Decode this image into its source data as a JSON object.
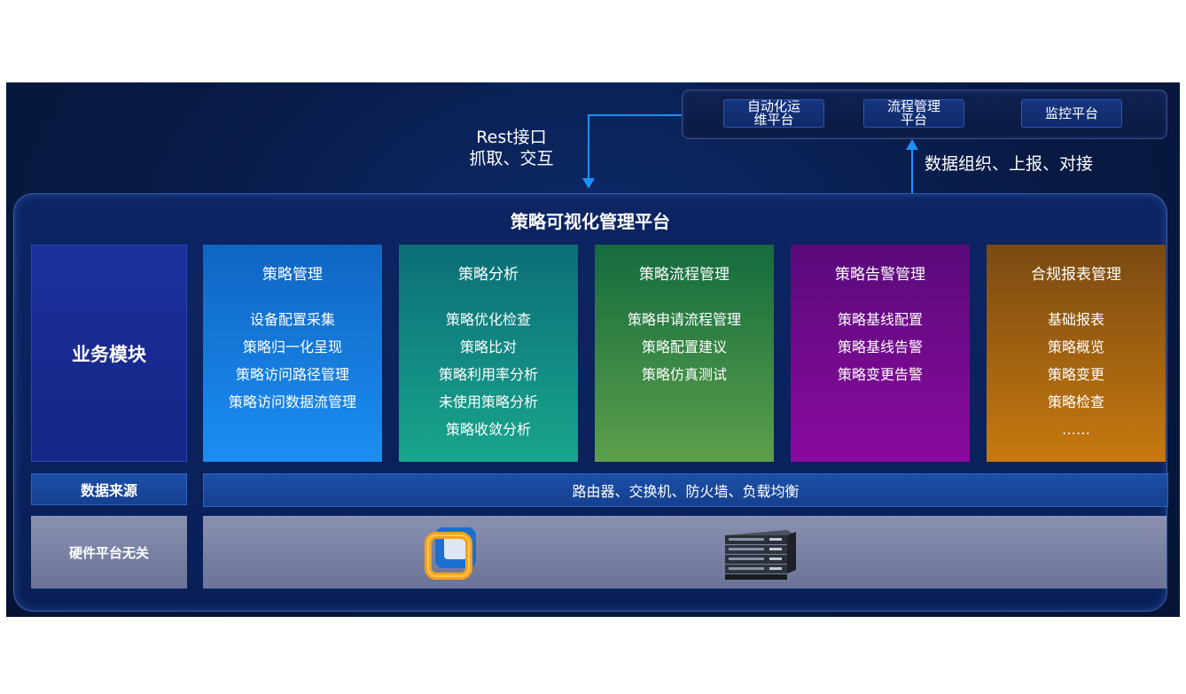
{
  "top_panel": {
    "items": [
      {
        "line1": "自动化运",
        "line2": "维平台"
      },
      {
        "line1": "流程管理",
        "line2": "平台"
      },
      {
        "line1": "监控平台",
        "line2": ""
      }
    ]
  },
  "connectors": {
    "rest": {
      "line1": "Rest接口",
      "line2": "抓取、交互"
    },
    "report": "数据组织、上报、对接"
  },
  "platform": {
    "title": "策略可视化管理平台",
    "business_label": "业务模块",
    "datasource_label": "数据来源",
    "hardware_label": "硬件平台无关",
    "datasource_text": "路由器、交换机、防火墙、负载均衡",
    "modules": [
      {
        "title": "策略管理",
        "items": [
          "设备配置采集",
          "策略归一化呈现",
          "策略访问路径管理",
          "策略访问数据流管理"
        ]
      },
      {
        "title": "策略分析",
        "items": [
          "策略优化检查",
          "策略比对",
          "策略利用率分析",
          "未使用策略分析",
          "策略收敛分析"
        ]
      },
      {
        "title": "策略流程管理",
        "items": [
          "策略申请流程管理",
          "策略配置建议",
          "策略仿真测试"
        ]
      },
      {
        "title": "策略告警管理",
        "items": [
          "策略基线配置",
          "策略基线告警",
          "策略变更告警"
        ]
      },
      {
        "title": "合规报表管理",
        "items": [
          "基础报表",
          "策略概览",
          "策略变更",
          "策略检查",
          "……"
        ]
      }
    ]
  },
  "icons": [
    "vmware-logo-icon",
    "network-switch-stack-icon"
  ],
  "colors": {
    "background": "#081a44",
    "module_1": "#1a8cf0",
    "module_2": "#1aa38a",
    "module_3": "#5fa04a",
    "module_4": "#8a0a9e",
    "module_5": "#c7790f",
    "arrow": "#1e90ff"
  }
}
